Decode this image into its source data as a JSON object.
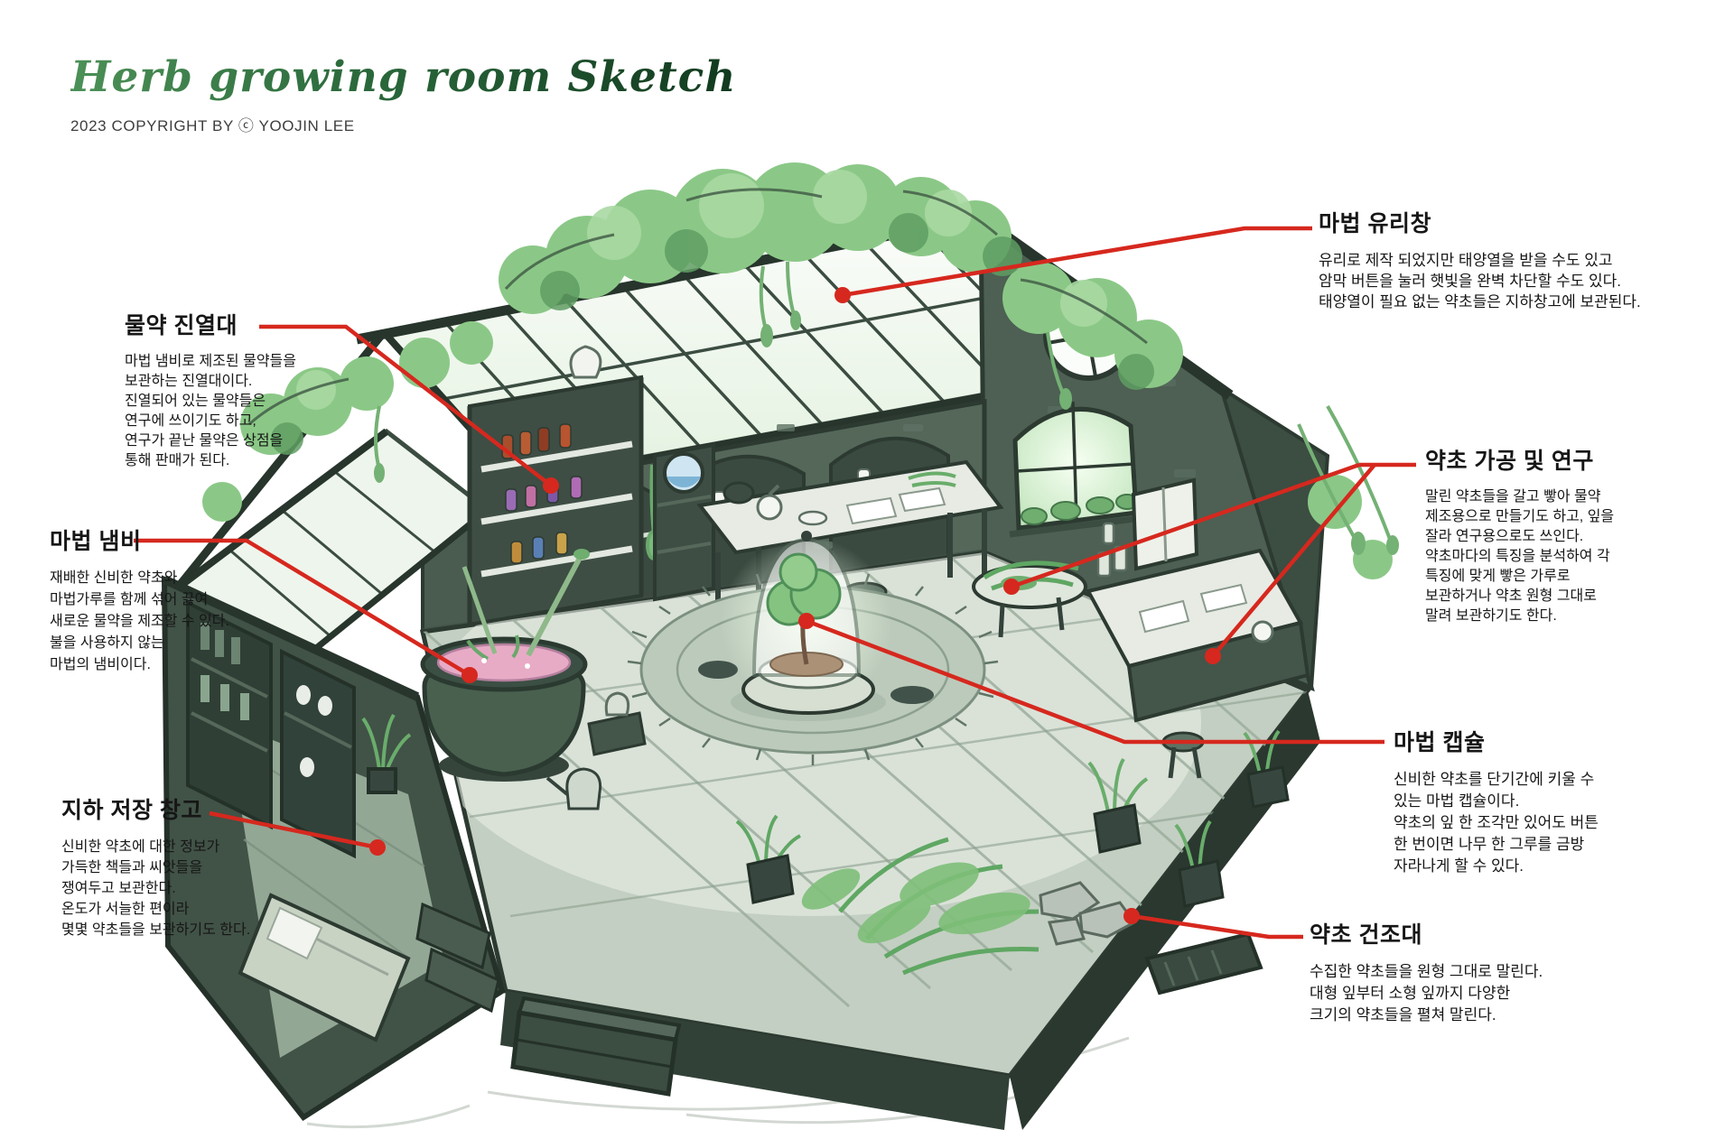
{
  "header": {
    "title": "Herb growing room Sketch",
    "copyright": "2023 COPYRIGHT BY ⓒ YOOJIN LEE"
  },
  "colors": {
    "leader_red": "#d6281e",
    "title_green_light": "#4c9157",
    "title_green_dark": "#113a1f",
    "ink": "#161616",
    "wall_slate_green": "#4d6053",
    "foliage_green": "#8bc887",
    "glass_white": "#f4f8f2",
    "potion_pink": "#e8abc6"
  },
  "annotations": [
    {
      "id": "magic-window",
      "title": "마법 유리창",
      "body": "유리로 제작 되었지만 태양열을 받을 수도 있고\n암막 버튼을 눌러 햇빛을 완벽 차단할 수도 있다.\n태양열이 필요 없는 약초들은 지하창고에 보관된다."
    },
    {
      "id": "potion-shelf",
      "title": "물약 진열대",
      "body": "마법 냄비로 제조된 물약들을\n보관하는 진열대이다.\n진열되어 있는 물약들은\n연구에 쓰이기도 하고,\n연구가 끝난 물약은 상점을\n통해 판매가 된다."
    },
    {
      "id": "magic-cauldron",
      "title": "마법 냄비",
      "body": "재배한 신비한 약초와\n마법가루를 함께 섞어 끓여\n새로운 물약을 제조할 수 있다.\n불을 사용하지 않는\n마법의 냄비이다."
    },
    {
      "id": "basement-storage",
      "title": "지하 저장 창고",
      "body": "신비한 약초에 대한 정보가\n가득한 책들과 씨앗들을\n쟁여두고 보관한다.\n온도가 서늘한 편이라\n몇몇 약초들을 보관하기도 한다."
    },
    {
      "id": "herb-processing",
      "title": "약초 가공 및 연구",
      "body": "말린 약초들을 갈고 빻아 물약\n제조용으로 만들기도 하고, 잎을\n잘라 연구용으로도 쓰인다.\n약초마다의 특징을 분석하여 각\n특징에 맞게 빻은 가루로\n보관하거나 약초 원형 그대로\n말려 보관하기도 한다."
    },
    {
      "id": "magic-capsule",
      "title": "마법 캡슐",
      "body": "신비한 약초를 단기간에 키울 수\n있는 마법 캡슐이다.\n약초의 잎 한 조각만 있어도 버튼\n한 번이면 나무 한 그루를 금방\n자라나게 할 수 있다."
    },
    {
      "id": "herb-drying",
      "title": "약초 건조대",
      "body": "수집한 약초들을 원형 그대로 말린다.\n대형 잎부터 소형 잎까지 다양한\n크기의 약초들을 펼쳐 말린다."
    }
  ]
}
